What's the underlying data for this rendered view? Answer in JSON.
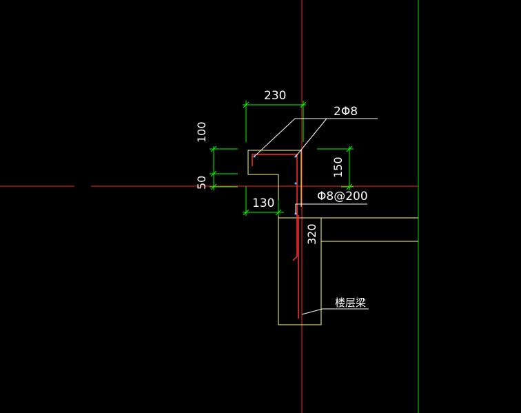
{
  "colors": {
    "background": "#000000",
    "axis_red": "#ff2020",
    "axis_green": "#00e000",
    "dim_green": "#00ff00",
    "outline_yellow": "#ffff80",
    "rebar_red": "#ff3030",
    "leader_white": "#ffffff",
    "text_white": "#ffffff",
    "rebar_dot": "#4aa8ff"
  },
  "dimensions": {
    "width_230": "230",
    "height_100": "100",
    "height_50": "50",
    "width_130": "130",
    "height_150": "150",
    "height_320": "320"
  },
  "labels": {
    "rebar_top": "2Φ8",
    "stirrup": "Φ8@200",
    "beam_name": "楼层梁"
  }
}
